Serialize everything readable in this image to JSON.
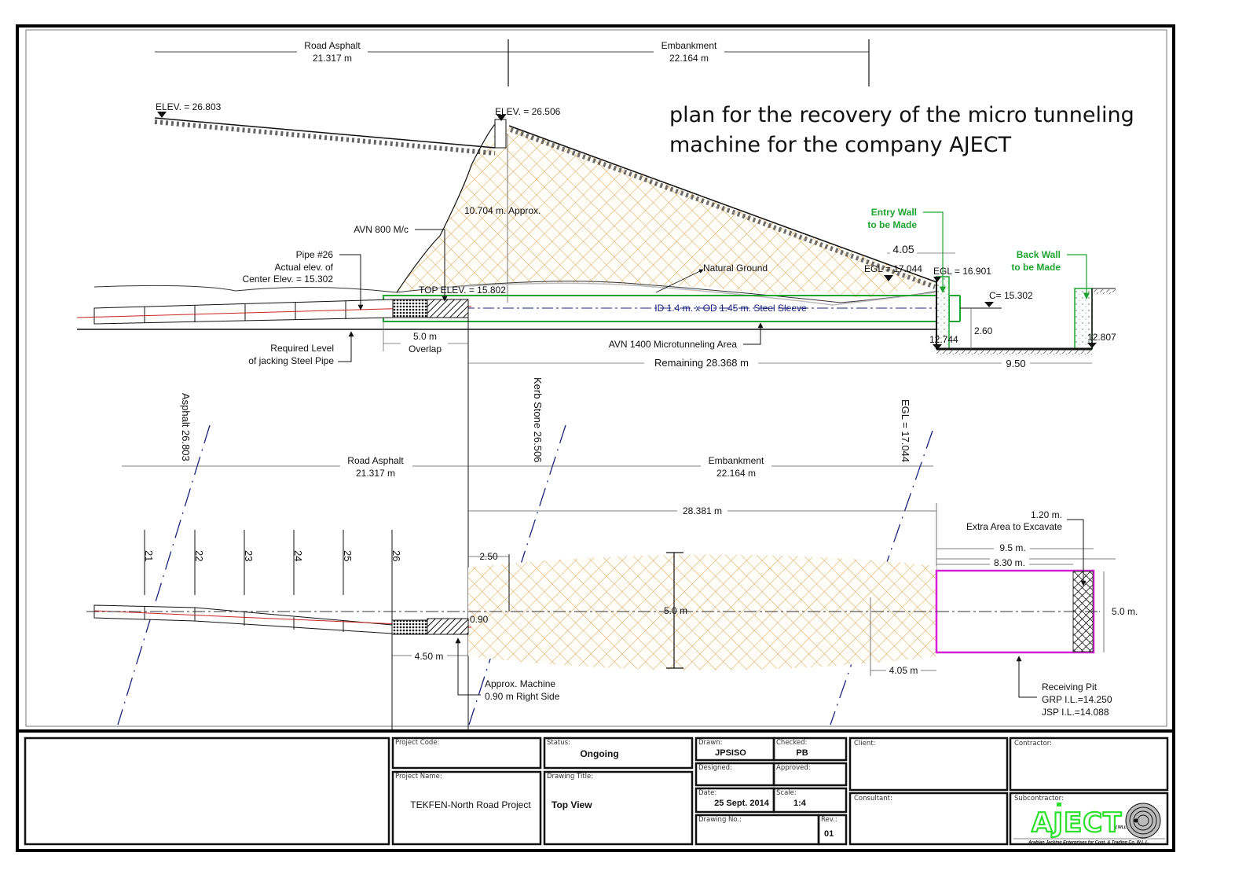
{
  "note": {
    "line1": "plan for the recovery of the micro tunneling",
    "line2": "machine for the company AJECT"
  },
  "section_view": {
    "road_asphalt": {
      "label": "Road Asphalt",
      "length": "21.317 m"
    },
    "embankment": {
      "label": "Embankment",
      "length": "22.164 m"
    },
    "elev_left": "ELEV. = 26.803",
    "elev_crest": "ELEV. = 26.506",
    "height_approx": "10.704 m. Approx.",
    "avn800": "AVN 800 M/c",
    "pipe26": [
      "Pipe #26",
      "Actual elev. of",
      "Center Elev. = 15.302"
    ],
    "top_elev": "TOP ELEV. = 15.802",
    "natural_ground": "Natural Ground",
    "sleeve": "ID 1.4 m. x OD 1.45 m. Steel Sleeve",
    "required_level": [
      "Required Level",
      "of jacking Steel Pipe"
    ],
    "overlap": [
      "5.0 m",
      "Overlap"
    ],
    "avn1400": "AVN 1400 Microtunneling Area",
    "remaining": "Remaining 28.368 m",
    "entry_wall": [
      "Entry Wall",
      "to be Made"
    ],
    "back_wall": [
      "Back Wall",
      "to be Made"
    ],
    "dim_405": "4.05",
    "egl_17044": "EGL = 17.044",
    "egl_16901": "EGL = 16.901",
    "c_15302": "C= 15.302",
    "dim_260": "2.60",
    "lvl_12744": "12.744",
    "lvl_12807": "12.807",
    "dim_950": "9.50"
  },
  "plan_view": {
    "asphalt_marker": "Asphalt 26.803",
    "kerb_marker": "Kerb Stone 26.506",
    "egl_marker": "EGL = 17.044",
    "road_asphalt": {
      "label": "Road Asphalt",
      "length": "21.317 m"
    },
    "embankment": {
      "label": "Embankment",
      "length": "22.164 m"
    },
    "dim_28381": "28.381 m",
    "pipe_numbers": [
      "21",
      "22",
      "23",
      "24",
      "25",
      "26"
    ],
    "dim_250": "2.50",
    "dim_090": "0.90",
    "dim_450": "4.50 m",
    "dim_50m": "5.0 m",
    "dim_405m": "4.05 m",
    "machine_note": [
      "Approx. Machine",
      "0.90 m Right Side"
    ],
    "extra_area": [
      "1.20 m.",
      "Extra Area to Excavate"
    ],
    "dim_95": "9.5 m.",
    "dim_830": "8.30 m.",
    "pit_width": "5.0 m.",
    "receiving_pit": [
      "Receiving Pit",
      "GRP I.L.=14.250",
      "JSP  I.L.=14.088"
    ]
  },
  "title_block": {
    "project_code_label": "Project Code:",
    "project_code": "",
    "status_label": "Status:",
    "status": "Ongoing",
    "project_name_label": "Project Name:",
    "project_name": "TEKFEN-North Road Project",
    "drawing_title_label": "Drawing Title:",
    "drawing_title": "Top View",
    "drawn_label": "Drawn:",
    "drawn": "JPSISO",
    "checked_label": "Checked:",
    "checked": "PB",
    "designed_label": "Designed:",
    "approved_label": "Approved:",
    "date_label": "Date:",
    "date": "25 Sept. 2014",
    "scale_label": "Scale:",
    "scale": "1:4",
    "drawing_no_label": "Drawing No.:",
    "rev_label": "Rev.:",
    "rev": "01",
    "client_label": "Client:",
    "contractor_label": "Contractor:",
    "consultant_label": "Consultant:",
    "subcontractor_label": "Subcontractor:",
    "logo_text": "AJECT",
    "logo_tag": "( WLL )",
    "company_full": "Arabian Jacking Enterprises for Cont. & Trading Co. W.L.L."
  },
  "colors": {
    "hatch": "#d9a15a",
    "green_annotation": "#1fa331",
    "pit_outline": "#d61fd6",
    "centerline": "#1a237e",
    "pipe_axis": "#cc2222",
    "logo": "#2ee02e"
  }
}
